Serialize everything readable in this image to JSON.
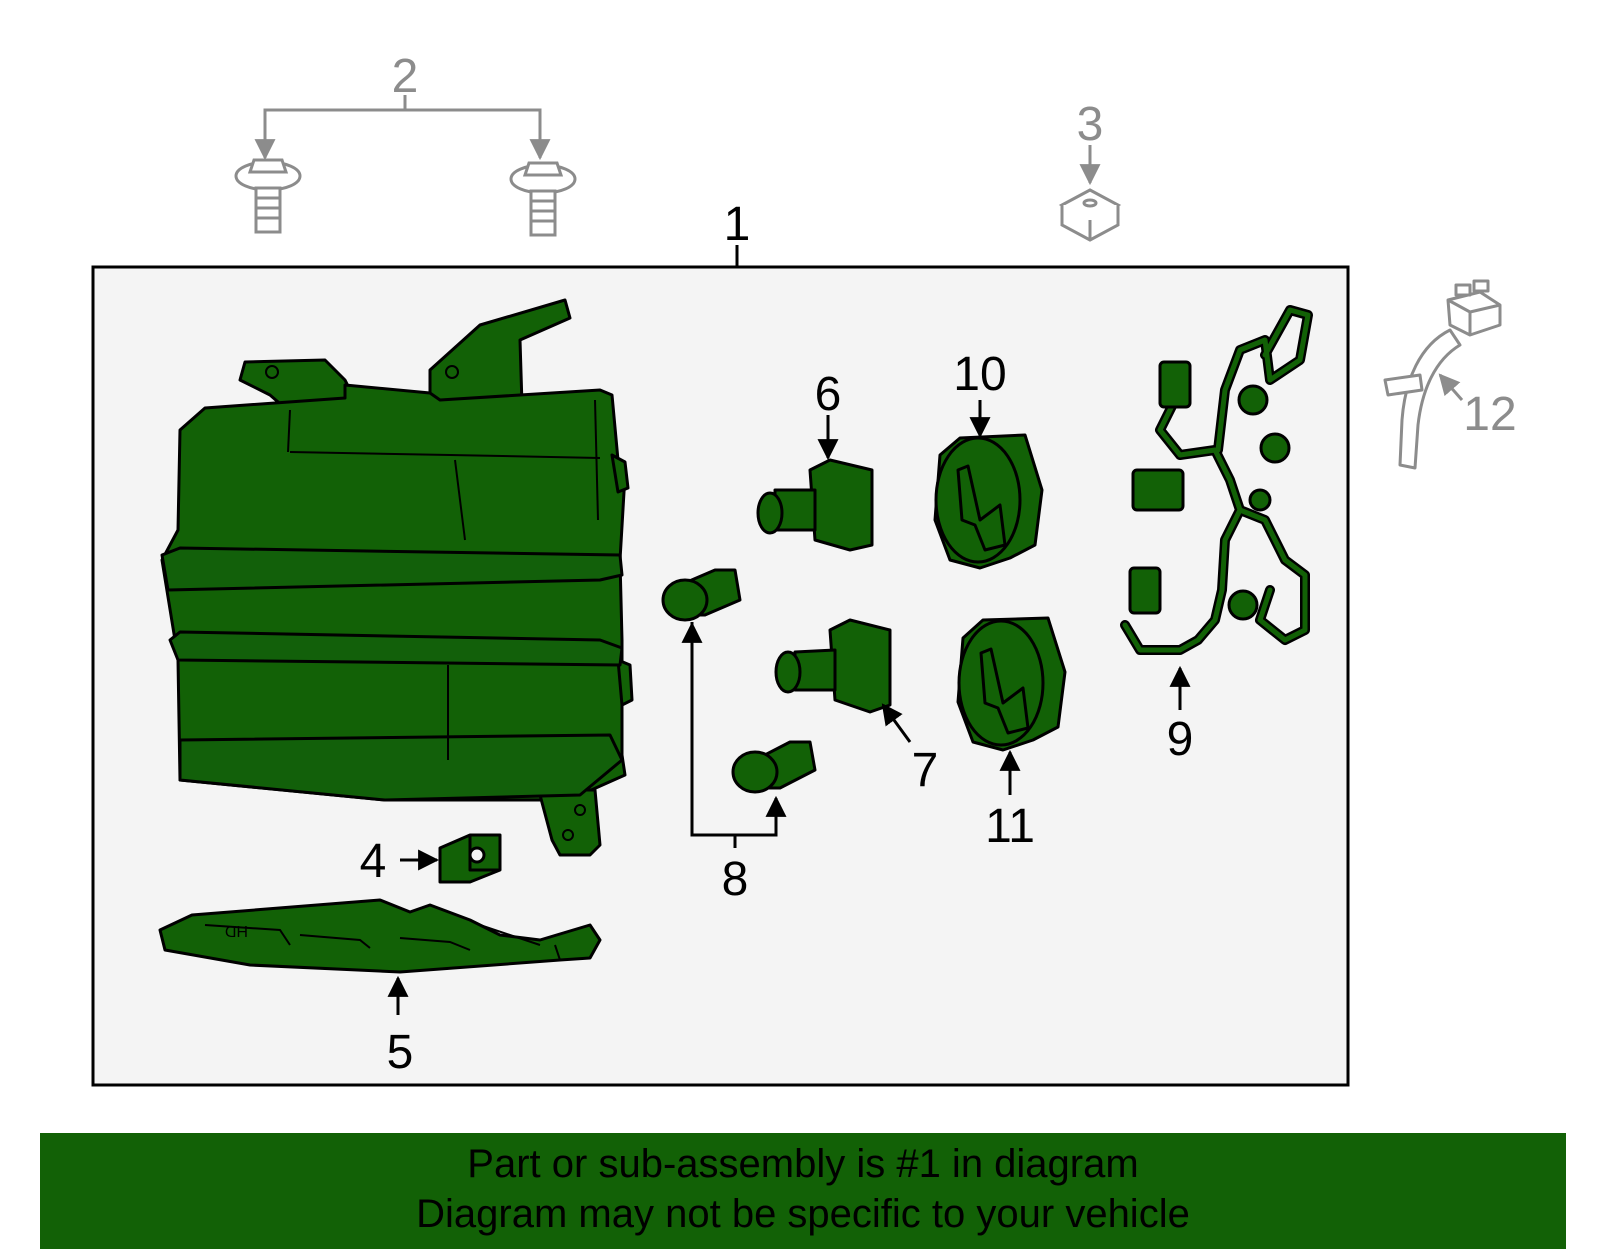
{
  "colors": {
    "part_fill": "#126106",
    "panel_fill": "#f4f4f4",
    "outline": "#000000",
    "aux_part": "#8c8c8c",
    "footer_bg": "#126106"
  },
  "callouts": {
    "c1": "1",
    "c2": "2",
    "c3": "3",
    "c4": "4",
    "c5": "5",
    "c6": "6",
    "c7": "7",
    "c8": "8",
    "c9": "9",
    "c10": "10",
    "c11": "11",
    "c12": "12"
  },
  "part_labels": {
    "lens_marking": "HD"
  },
  "footer": {
    "line1": "Part or sub-assembly is #1 in diagram",
    "line2": "Diagram may not be specific to your vehicle"
  }
}
